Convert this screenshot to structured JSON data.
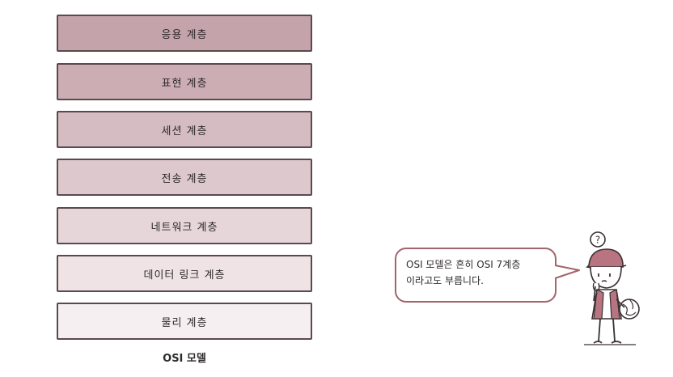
{
  "diagram": {
    "layers": [
      {
        "label": "응용 계층",
        "color": "#c5a3ab"
      },
      {
        "label": "표현 계층",
        "color": "#ccadb4"
      },
      {
        "label": "세션 계층",
        "color": "#d5bcc2"
      },
      {
        "label": "전송 계층",
        "color": "#dcc8cd"
      },
      {
        "label": "네트워크 계층",
        "color": "#e6d6da"
      },
      {
        "label": "데이터 링크 계층",
        "color": "#efe3e6"
      },
      {
        "label": "물리 계층",
        "color": "#f6eff1"
      }
    ],
    "caption": "OSI 모델"
  },
  "speech": {
    "line1": "OSI 모델은 흔히 OSI 7계층",
    "line2": "이라고도 부릅니다.",
    "question_mark": "?"
  },
  "colors": {
    "border": "#5a4a4d",
    "accent": "#a3646c",
    "cap": "#b87480"
  }
}
